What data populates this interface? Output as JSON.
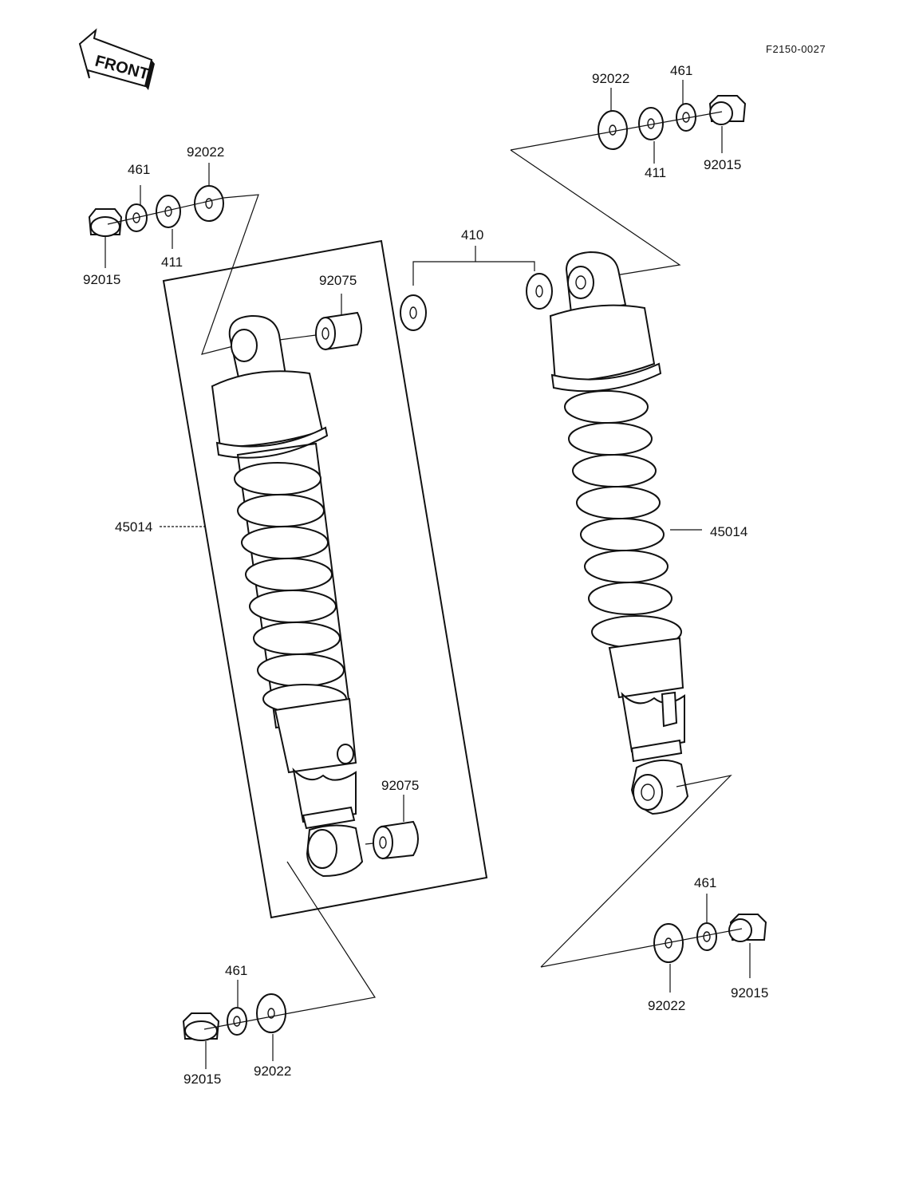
{
  "diagram": {
    "ref_code": "F2150-0027",
    "front_label": "FRONT",
    "labels": {
      "l_92015_top": "92015",
      "l_461_top": "461",
      "l_411_top": "411",
      "l_92022_top": "92022",
      "l_92075_top": "92075",
      "l_45014_left": "45014",
      "l_92075_bottom": "92075",
      "l_461_bottom": "461",
      "l_92015_bottom": "92015",
      "l_92022_bottom": "92022",
      "r_92022_top": "92022",
      "r_461_top": "461",
      "r_411_top": "411",
      "r_92015_top": "92015",
      "c_410": "410",
      "r_45014": "45014",
      "r_461_bottom": "461",
      "r_92022_bottom": "92022",
      "r_92015_bottom": "92015"
    }
  }
}
